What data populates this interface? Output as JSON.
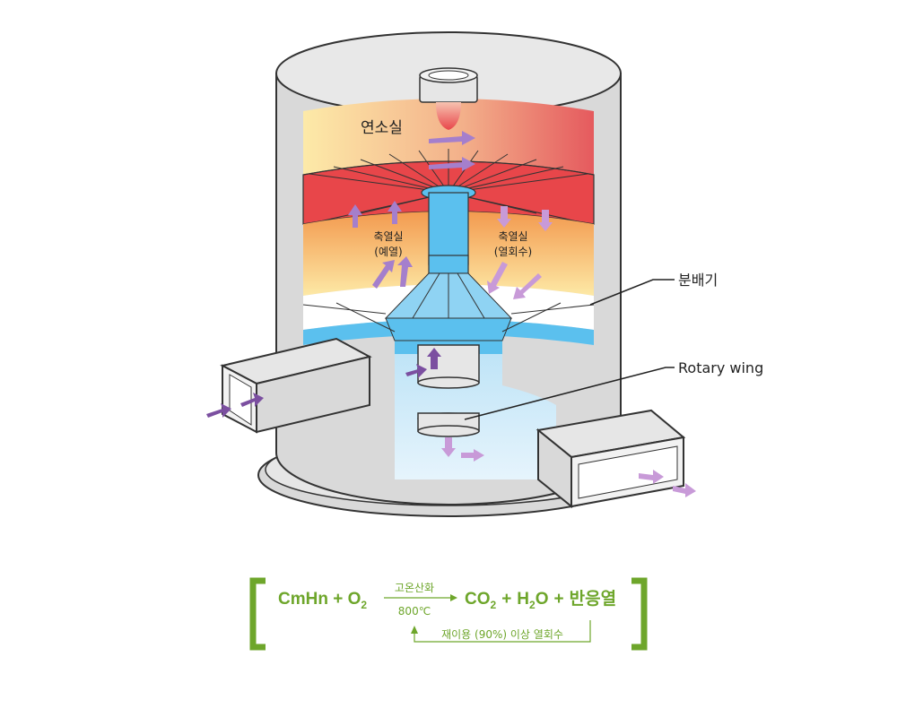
{
  "labels": {
    "combustion_chamber": "연소실",
    "regen_left_line1": "축열실",
    "regen_left_line2": "(예열)",
    "regen_right_line1": "축열실",
    "regen_right_line2": "(열회수)",
    "distributor": "분배기",
    "rotary_wing": "Rotary wing"
  },
  "equation": {
    "lhs_main": "CmHn + O",
    "lhs_sub": "2",
    "arrow_top": "고온산화",
    "arrow_bottom": "800℃",
    "co": "CO",
    "co_sub": "2",
    "plus1": "+",
    "h": "H",
    "h_sub": "2",
    "o": "O",
    "plus2": "+",
    "heat": "반응열",
    "reuse_note": "재이용 (90%) 이상 열회수"
  },
  "colors": {
    "accent_green": "#6ea62b",
    "arrow_purple": "#7b4fa0",
    "arrow_light_purple": "#c89ad8",
    "flow_blue": "#5bc0ee",
    "hot_red": "#e8464a",
    "warm_orange": "#f5a35a",
    "shell_gray": "#d9d9d9"
  }
}
